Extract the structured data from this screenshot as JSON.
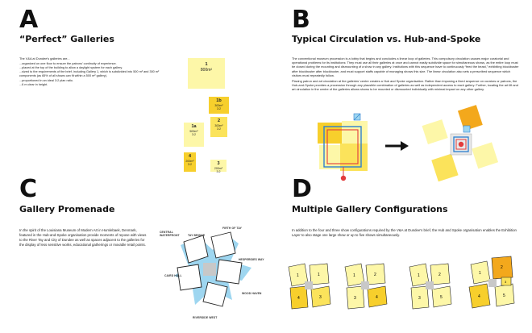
{
  "sections": {
    "a": {
      "letter": "A",
      "title": "“Perfect” Galleries",
      "intro": "The V&A at Dundee's galleries are...",
      "list": [
        "...organized on one floor to ensure the patrons' continuity of experience.",
        "...placed at the top of the building to allow a daylight system for each gallery.",
        "...sized to the requirements of the brief, including Gallery 1, which is subdivided into 500 m² and 300 m² components (as 65% of all shows can fit within a 500 m² gallery).",
        "...proportioned in an ideal 3:2 plan ratio.",
        "...6 m clear in height."
      ],
      "boxes": {
        "g1": {
          "num": "1",
          "area": "800m²"
        },
        "g1a": {
          "num": "1a",
          "area": "500m²",
          "ratio": "3:2"
        },
        "g1b": {
          "num": "1b",
          "area": "300m²",
          "ratio": "3:2"
        },
        "g2": {
          "num": "2",
          "area": "300m²",
          "ratio": "3:2"
        },
        "g3": {
          "num": "3",
          "area": "200m²",
          "ratio": "3:2"
        },
        "g4": {
          "num": "4",
          "area": "200m²",
          "ratio": "3:2"
        }
      }
    },
    "b": {
      "letter": "B",
      "title": "Typical Circulation vs. Hub-and-Spoke",
      "paragraphs": [
        "The conventional museum procession is a lobby that begins and concludes a linear loop of galleries. This compulsory circulation causes major curatorial and operational problems for its institutions: They must use all their galleries at once and cannot easily subdivide space for simultaneous shows, as the entire loop must be closed during the mounting and dismounting of a show in any gallery. Institutions with this sequence have to continuously “feed the beast,” exhibiting blockbuster after blockbuster after blockbuster, and must support staffs capable of managing shows this size. The linear circulation also sets a prescribed sequence which visitors must repeatedly follow.",
        "Placing patron and art circulation at the galleries' centre creates a Hub and Spoke organisation. Rather than imposing a fixed sequence on curators or patrons, the Hub-and-Spoke provides a procession through any plausible combination of galleries as well as independent access to each gallery. Further, locating the art lift and art circulation in the centre of the galleries allows shows to be mounted or dismounted individually with minimal impact on any other gallery."
      ]
    },
    "c": {
      "letter": "C",
      "title": "Gallery Promenade",
      "paragraph": "In the spirit of the Louisiana Museum of Modern Art in Humlebaek, Denmark, featured in the Hub-and-Spoke organisation provide moments of repose with views to the River Tay and City of Dundee as well as spaces adjacent to the galleries for the display of less sensitive works, educational gatherings or movable retail points.",
      "labels": {
        "central_waterfront": "CENTRAL\nWATERFRONT",
        "tay_bridge": "TAY BRIDGE",
        "firth_of_tay": "FIRTH OF TAY",
        "hesperides_way": "HESPERIDES WAY",
        "caird_hall": "CAIRD HALL",
        "wood_haven": "WOOD HAVEN",
        "riverside_west": "RIVERSIDE WEST"
      }
    },
    "d": {
      "letter": "D",
      "title": "Multiple Gallery Configurations",
      "paragraph": "In addition to the four and three show configurations required by the V&A at Dundee's brief, the Hub and Spoke organisation enables the Exhibition Layer to also stage one large show or up to five shows simultaneously.",
      "configs": [
        {
          "labels": [
            "1",
            "1",
            "4",
            "3"
          ]
        },
        {
          "labels": [
            "1",
            "2",
            "3",
            "4"
          ]
        },
        {
          "labels": [
            "1",
            "2",
            "3",
            "5"
          ]
        },
        {
          "labels": [
            "1",
            "2",
            "4",
            "5",
            "3"
          ]
        }
      ]
    }
  },
  "colors": {
    "yellow_light": "#fdf7a8",
    "yellow": "#fbe35b",
    "yellow_deep": "#f7cf2c",
    "orange": "#f3a81c",
    "red": "#e23b3b",
    "blue": "#2d7fd0",
    "light_blue": "#9ed6f0",
    "grey": "#c8c8c8"
  }
}
